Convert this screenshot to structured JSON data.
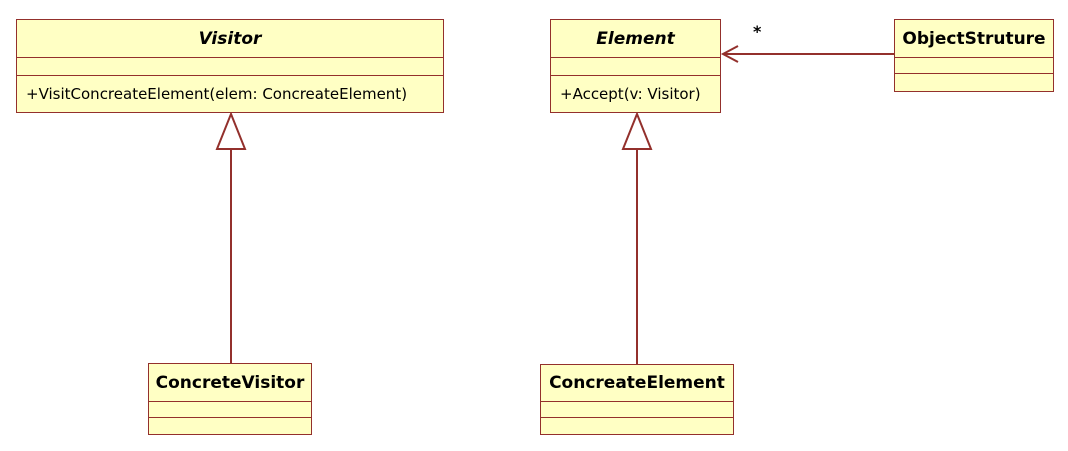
{
  "colors": {
    "class_fill": "#ffffc4",
    "class_border": "#93302c",
    "line": "#93302c"
  },
  "classes": {
    "visitor": {
      "name": "Visitor",
      "abstract": true,
      "operation": "+VisitConcreateElement(elem: ConcreateElement)"
    },
    "element": {
      "name": "Element",
      "abstract": true,
      "operation": "+Accept(v: Visitor)"
    },
    "object_structure": {
      "name": "ObjectStruture",
      "abstract": false
    },
    "concrete_visitor": {
      "name": "ConcreteVisitor",
      "abstract": false
    },
    "concreate_element": {
      "name": "ConcreateElement",
      "abstract": false
    }
  },
  "relations": {
    "aggregation_multiplicity": "*"
  }
}
